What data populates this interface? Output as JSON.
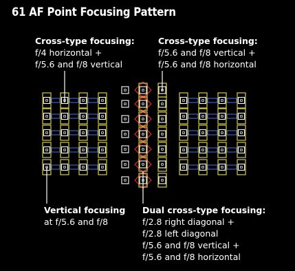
{
  "title": "61 AF Point Focusing Pattern",
  "labels": {
    "top_left": {
      "head": "Cross-type focusing:",
      "lines": [
        "f/4 horizontal +",
        "f/5.6 and f/8 vertical"
      ]
    },
    "top_right": {
      "head": "Cross-type focusing:",
      "lines": [
        "f/5.6 and f/8 vertical +",
        "f/5.6 and f/8 horizontal"
      ]
    },
    "bottom_left": {
      "head": "Vertical focusing",
      "lines": [
        "at f/5.6 and f/8"
      ]
    },
    "bottom_right": {
      "head": "Dual cross-type focusing:",
      "lines": [
        "f/2.8 right diagonal +",
        "f/2.8 left diagonal",
        "f/5.6 and f/8 vertical +",
        "f/5.6 and f/8 horizontal"
      ]
    }
  },
  "colors": {
    "background": "#000000",
    "text": "#ffffff",
    "af_point": "#ffffff",
    "vertical_line_sensor": "#d6cf4a",
    "horizontal_line_sensor": "#3b5fc8",
    "diagonal_sensor": "#d8282c",
    "leader_line": "#ffffff"
  },
  "af_point_count": 61
}
